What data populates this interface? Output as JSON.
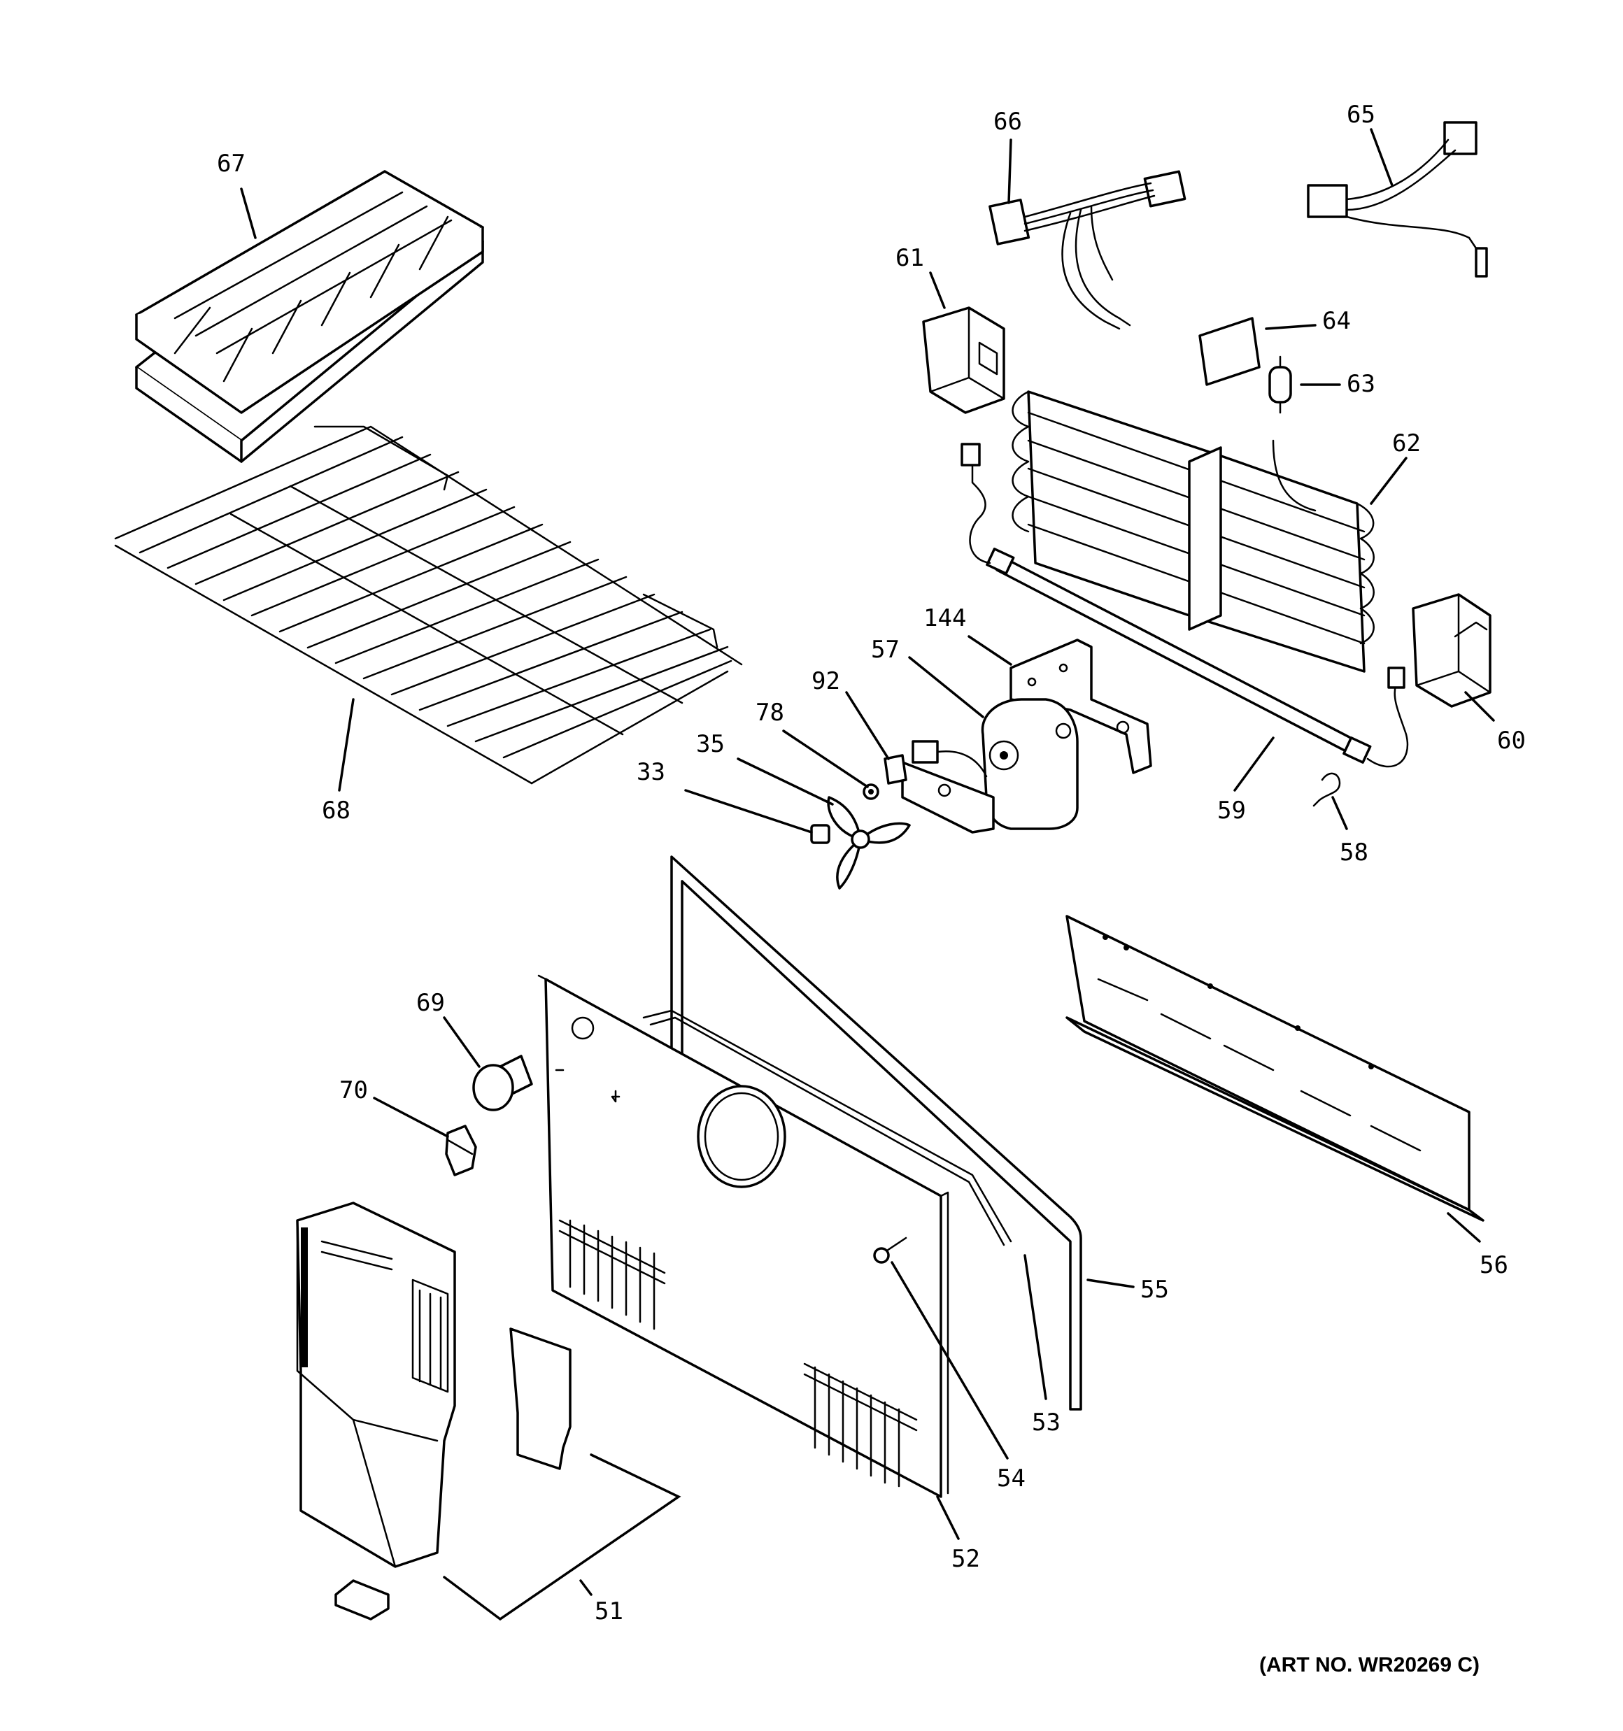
{
  "callouts": {
    "c67": "67",
    "c66": "66",
    "c65": "65",
    "c61": "61",
    "c64": "64",
    "c63": "63",
    "c62": "62",
    "c68": "68",
    "c144": "144",
    "c57": "57",
    "c92": "92",
    "c78": "78",
    "c35": "35",
    "c33": "33",
    "c60": "60",
    "c59": "59",
    "c58": "58",
    "c69": "69",
    "c70": "70",
    "c55": "55",
    "c56": "56",
    "c53": "53",
    "c54": "54",
    "c52": "52",
    "c51": "51"
  },
  "art_number": "(ART NO. WR20269 C)",
  "colors": {
    "line": "#000000",
    "background": "#ffffff"
  }
}
